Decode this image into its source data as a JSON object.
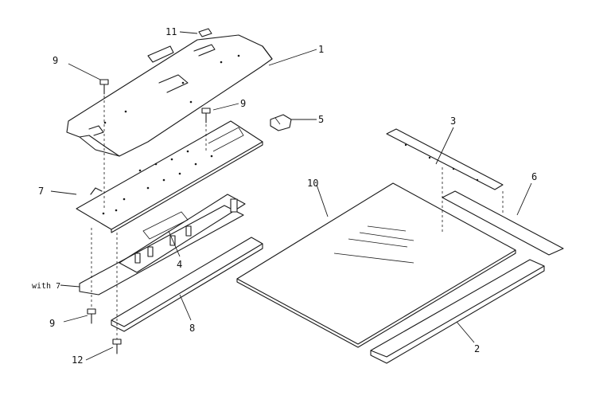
{
  "labels": {
    "p1": "1",
    "p2": "2",
    "p3": "3",
    "p4": "4",
    "p5": "5",
    "p6": "6",
    "p7": "7",
    "p7b": "with 7",
    "p8": "8",
    "p9a": "9",
    "p9b": "9",
    "p9c": "9",
    "p10": "10",
    "p11": "11",
    "p12": "12"
  }
}
